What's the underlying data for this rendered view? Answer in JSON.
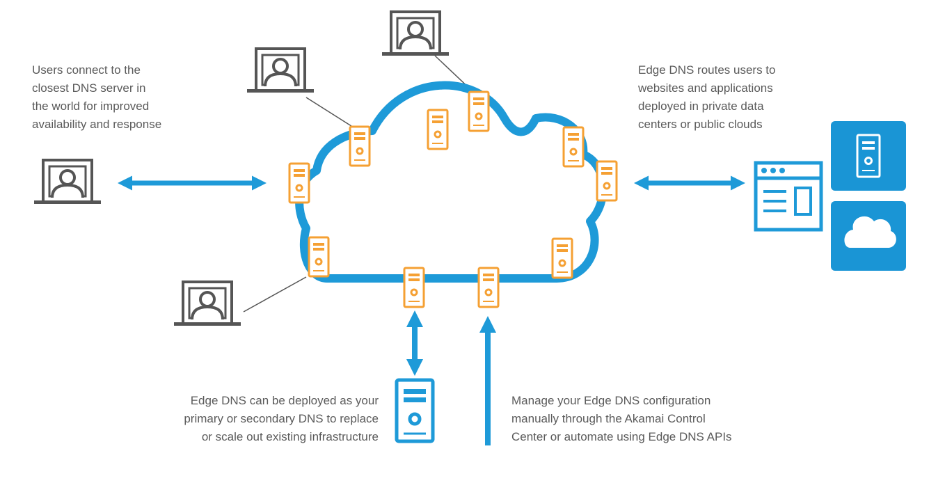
{
  "captions": {
    "users_connect": [
      "Users connect to the",
      "closest DNS server in",
      "the world for improved",
      "availability and response"
    ],
    "edge_routes": [
      "Edge DNS routes users to",
      "websites and applications",
      "deployed in private data",
      "centers or public clouds"
    ],
    "deploy": [
      "Edge DNS can be deployed as your",
      "primary or secondary DNS to replace",
      "or scale out existing infrastructure"
    ],
    "manage": [
      "Manage your Edge DNS configuration",
      "manually through the Akamai Control",
      "Center or automate using Edge DNS APIs"
    ]
  },
  "colors": {
    "cloud_blue": "#1e9ad8",
    "server_orange": "#f5a033",
    "user_gray": "#555555",
    "caption_gray": "#5a5a5a",
    "tile_blue": "#1a95d5"
  },
  "icons": {
    "user": "user-at-laptop-icon",
    "edge_server": "server-tower-icon",
    "origin_server": "server-tower-icon",
    "website": "browser-window-icon",
    "data_center": "server-tower-icon",
    "public_cloud": "cloud-icon"
  }
}
